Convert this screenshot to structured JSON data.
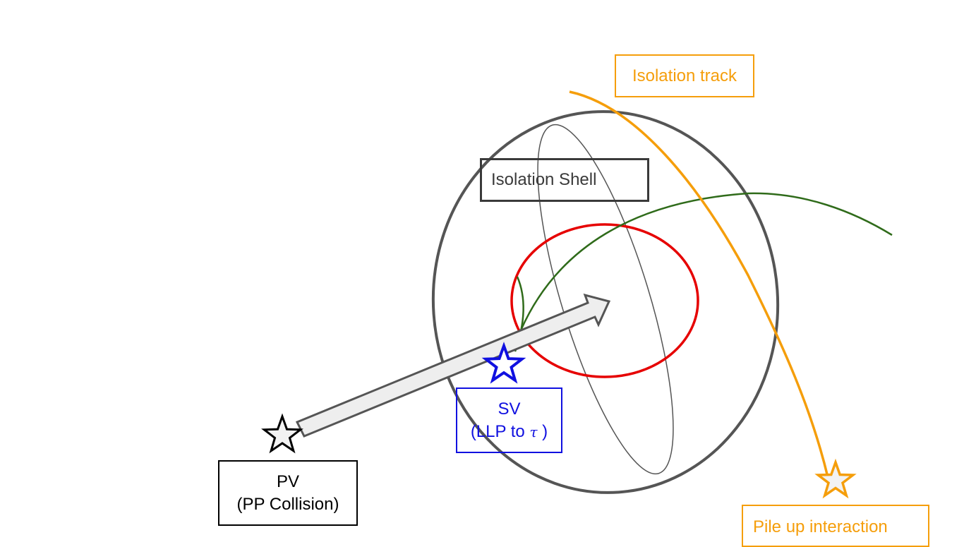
{
  "labels": {
    "isolation_track": "Isolation track",
    "isolation_shell": "Isolation Shell",
    "sv_line1": "SV",
    "sv_line2_prefix": "(LLP to ",
    "sv_line2_symbol": "τ",
    "sv_line2_suffix": " )",
    "pv_line1": "PV",
    "pv_line2": "(PP Collision)",
    "pileup": "Pile up interaction"
  },
  "colors": {
    "pv": "#000000",
    "sv": "#1010e0",
    "isolation_track": "#f59e0b",
    "isolation_shell": "#3a3a3a",
    "cone": "#e60000",
    "decay_track": "#2f6b1a",
    "arrow_fill": "#eeeeee",
    "arrow_stroke": "#555555"
  }
}
